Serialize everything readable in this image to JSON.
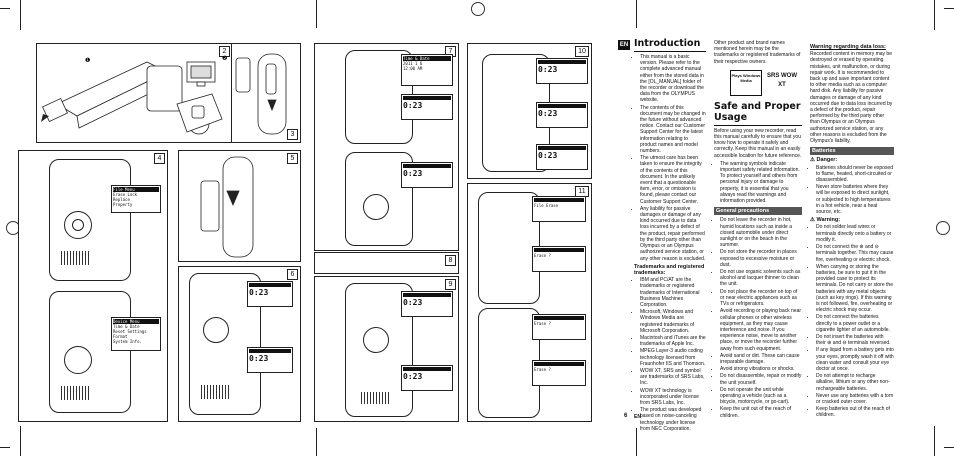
{
  "panels": [
    "2",
    "3",
    "4",
    "5",
    "6",
    "7",
    "8",
    "9",
    "10",
    "11"
  ],
  "lcd": {
    "menu_title": "File Menu",
    "menu_items": [
      "Erase Lock",
      "Replace",
      "Property"
    ],
    "menu2_title": "Device Menu",
    "menu2_items": [
      "Time & Date",
      "Reset Settings",
      "Format",
      "System Info."
    ],
    "date_title": "Time & Date",
    "date_value": "2011 1 6",
    "time_value": "12:00 AM",
    "erase_label": "Erase ?",
    "file_label": "File Erase",
    "counter": "0:23"
  },
  "intro": {
    "lang": "EN",
    "title": "Introduction",
    "bullets": [
      "This manual is a basic version. Please refer to the complete advanced manual either from the stored data in the [OL_MANUAL] folder of the recorder or download the data from the OLYMPUS website.",
      "The contents of this document may be changed in the future without advanced notice. Contact our Customer Support Center for the latest information relating to product names and model numbers.",
      "The utmost care has been taken to ensure the integrity of the contents of this document. In the unlikely event that a questionable item, error, or omission is found, please contact our Customer Support Center.",
      "Any liability for passive damages or damage of any kind occurred due to data loss incurred by a defect of the product, repair performed by the third party other than Olympus or an Olympus authorized service station, or any other reason is excluded."
    ],
    "tm_title": "Trademarks and registered trademarks:",
    "tm_bullets": [
      "IBM and PC/AT are the trademarks or registered trademarks of International Business Machines Corporation.",
      "Microsoft, Windows and Windows Media are registered trademarks of Microsoft Corporation.",
      "Macintosh and iTunes are the trademarks of Apple Inc.",
      "MPEG Layer-3 audio coding technology licensed from Fraunhofer IIS and Thomson.",
      "WOW XT, SRS and symbol are trademarks of SRS Labs, Inc.",
      "WOW XT technology is incorporated under license from SRS Labs, Inc.",
      "The product was developed based on noise-canceling technology under license from NEC Corporation."
    ]
  },
  "col2": {
    "other_text": "Other product and brand names mentioned herein may be the trademarks or registered trademarks of their respective owners.",
    "logo1": "Plays Windows Media",
    "logo2": "SRS WOW XT",
    "safe_title": "Safe and Proper Usage",
    "safe_intro": "Before using your new recorder, read this manual carefully to ensure that you know how to operate it safely and correctly. Keep this manual in an easily accessible location for future reference.",
    "safe_bullets": [
      "The warning symbols indicate important safety related information. To protect yourself and others from personal injury or damage to property, it is essential that you always read the warnings and information provided."
    ],
    "gen_title": "General precautions",
    "gen_bullets": [
      "Do not leave the recorder in hot, humid locations such as inside a closed automobile under direct sunlight or on the beach in the summer.",
      "Do not store the recorder in places exposed to excessive moisture or dust.",
      "Do not use organic solvents such as alcohol and lacquer thinner to clean the unit.",
      "Do not place the recorder on top of or near electric appliances such as TVs or refrigerators.",
      "Avoid recording or playing back near cellular phones or other wireless equipment, as they may cause interference and noise. If you experience noise, move to another place, or move the recorder further away from such equipment.",
      "Avoid sand or dirt. These can cause irreparable damage.",
      "Avoid strong vibrations or shocks.",
      "Do not disassemble, repair or modify the unit yourself.",
      "Do not operate the unit while operating a vehicle (such as a bicycle, motorcycle, or go-cart).",
      "Keep the unit out of the reach of children."
    ]
  },
  "col3": {
    "warn_title": "Warning regarding data loss:",
    "warn_text": "Recorded content in memory may be destroyed or erased by operating mistakes, unit malfunction, or during repair work. It is recommended to back up and save important content to other media such as a computer hard disk. Any liability for passive damages or damage of any kind occurred due to data loss incurred by a defect of the product, repair performed by the third party other than Olympus or an Olympus authorized service station, or any other reasons is excluded from the Olympus's liability.",
    "batt_title": "Batteries",
    "danger_title": "Danger:",
    "danger_bullets": [
      "Batteries should never be exposed to flame, heated, short-circuited or disassembled.",
      "Never store batteries where they will be exposed to direct sunlight, or subjected to high temperatures in a hot vehicle, near a heat source, etc."
    ],
    "warning_title": "Warning:",
    "warning_bullets": [
      "Do not solder lead wires or terminals directly onto a battery or modify it.",
      "Do not connect the ⊕ and ⊖ terminals together. This may cause fire, overheating or electric shock.",
      "When carrying or storing the batteries, be sure to put it in the provided case to protect its terminals. Do not carry or store the batteries with any metal objects (such as key rings). If this warning is not followed, fire, overheating or electric shock may occur.",
      "Do not connect the batteries directly to a power outlet or a cigarette lighter of an automobile.",
      "Do not insert the batteries with their ⊕ and ⊖ terminals reversed.",
      "If any liquid from a battery gets into your eyes, promptly wash it off with clean water and consult your eye doctor at once.",
      "Do not attempt to recharge alkaline, lithium or any other non-rechargeable batteries.",
      "Never use any batteries with a torn or cracked outer cover.",
      "Keep batteries out of the reach of children."
    ]
  },
  "footer": {
    "page": "6",
    "lang": "EN"
  }
}
